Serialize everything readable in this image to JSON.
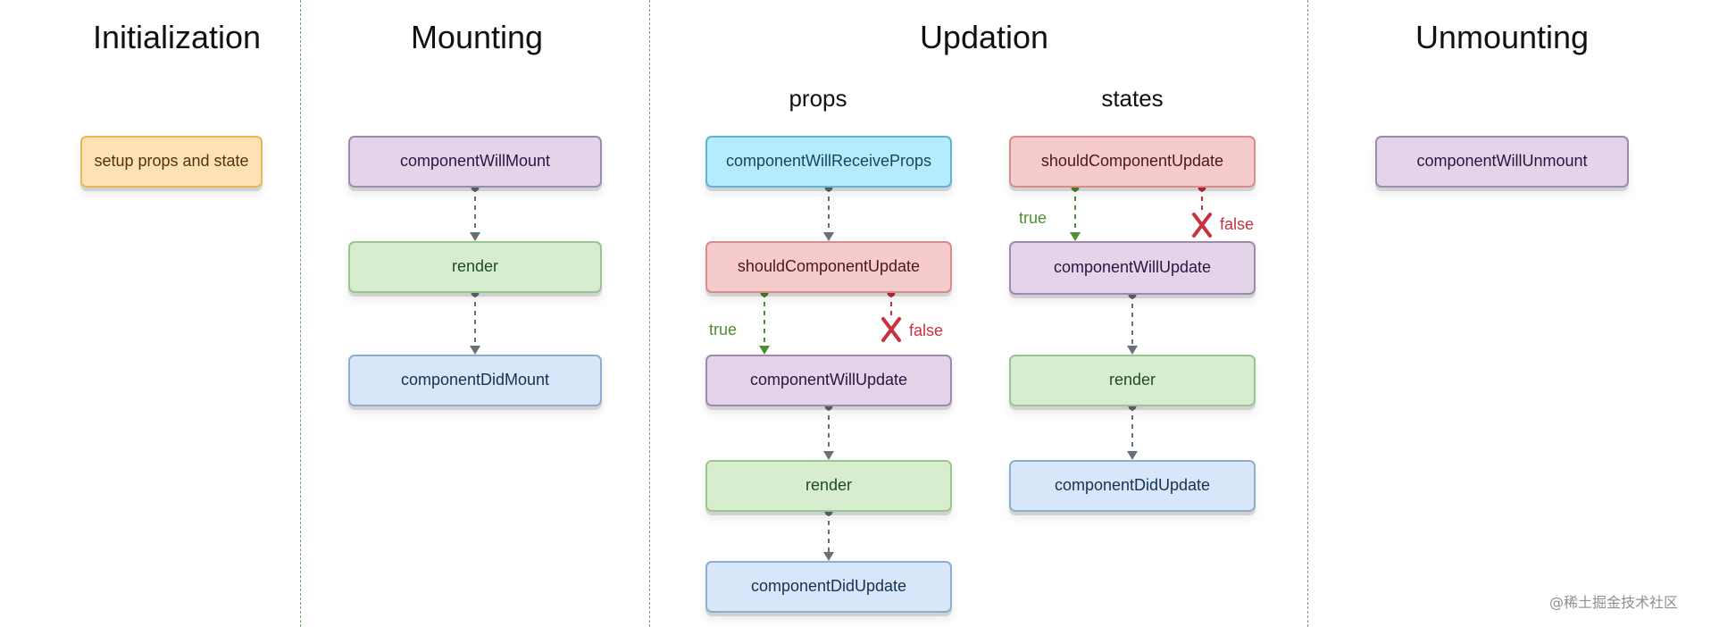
{
  "phases": {
    "initialization": "Initialization",
    "mounting": "Mounting",
    "updation": "Updation",
    "unmounting": "Unmounting"
  },
  "updation_groups": {
    "props": "props",
    "states": "states"
  },
  "nodes": {
    "init_setup": "setup props and state",
    "mount_component_will_mount": "componentWillMount",
    "mount_render": "render",
    "mount_component_did_mount": "componentDidMount",
    "props_component_will_receive_props": "componentWillReceiveProps",
    "props_should_component_update": "shouldComponentUpdate",
    "props_component_will_update": "componentWillUpdate",
    "props_render": "render",
    "props_component_did_update": "componentDidUpdate",
    "states_should_component_update": "shouldComponentUpdate",
    "states_component_will_update": "componentWillUpdate",
    "states_render": "render",
    "states_component_did_update": "componentDidUpdate",
    "unmount_component_will_unmount": "componentWillUnmount"
  },
  "edge_labels": {
    "props_true": "true",
    "props_false": "false",
    "states_true": "true",
    "states_false": "false"
  },
  "watermark": "@稀土掘金技术社区",
  "icons": {
    "arrow": "arrow-head-icon",
    "origin_dot": "connector-dot-icon",
    "false_stop": "cross-icon"
  },
  "colors": {
    "divider": "#6ca56c",
    "connector": "#68707a",
    "true": "#4f8e32",
    "false": "#c8313f"
  }
}
